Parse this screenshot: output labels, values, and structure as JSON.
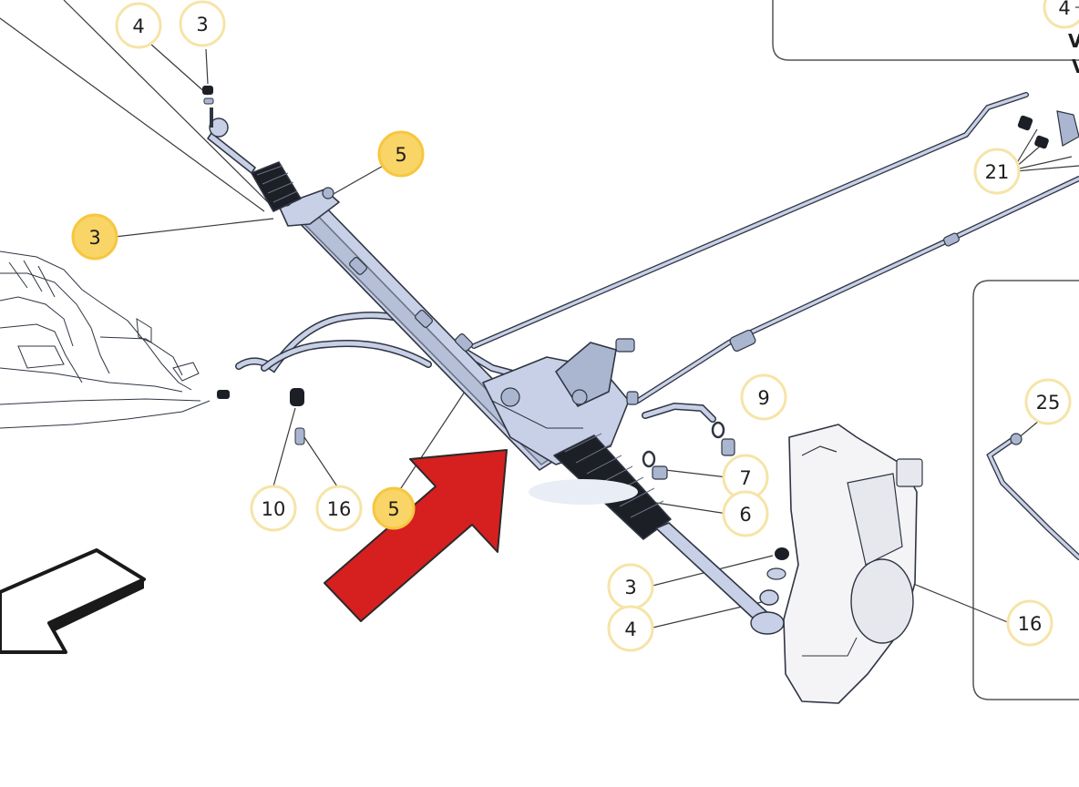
{
  "callouts": [
    {
      "id": "c-4-top",
      "label": "4",
      "highlight": false
    },
    {
      "id": "c-3-top",
      "label": "3",
      "highlight": false
    },
    {
      "id": "c-5-top",
      "label": "5",
      "highlight": true
    },
    {
      "id": "c-3-left",
      "label": "3",
      "highlight": true
    },
    {
      "id": "c-21",
      "label": "21",
      "highlight": false
    },
    {
      "id": "c-9",
      "label": "9",
      "highlight": false
    },
    {
      "id": "c-25",
      "label": "25",
      "highlight": false
    },
    {
      "id": "c-7",
      "label": "7",
      "highlight": false
    },
    {
      "id": "c-6",
      "label": "6",
      "highlight": false
    },
    {
      "id": "c-10",
      "label": "10",
      "highlight": false
    },
    {
      "id": "c-16-left",
      "label": "16",
      "highlight": false
    },
    {
      "id": "c-5-bottom",
      "label": "5",
      "highlight": true
    },
    {
      "id": "c-3-bottom",
      "label": "3",
      "highlight": false
    },
    {
      "id": "c-4-bottom",
      "label": "4",
      "highlight": false
    },
    {
      "id": "c-16-right",
      "label": "16",
      "highlight": false
    },
    {
      "id": "c-4-corner",
      "label": "4",
      "highlight": false
    }
  ],
  "corner_marks": [
    "V",
    "V"
  ],
  "colors": {
    "part_fill": "#c7d0e6",
    "part_fill_dark": "#aab5d0",
    "outline": "#2f3542",
    "highlight_arrow": "#d61f1f",
    "callout_ring": "#f6e4a8",
    "callout_highlight": "#f9d467"
  },
  "icons": {
    "pointer": "red-arrow-icon",
    "direction": "white-direction-arrow-icon"
  }
}
